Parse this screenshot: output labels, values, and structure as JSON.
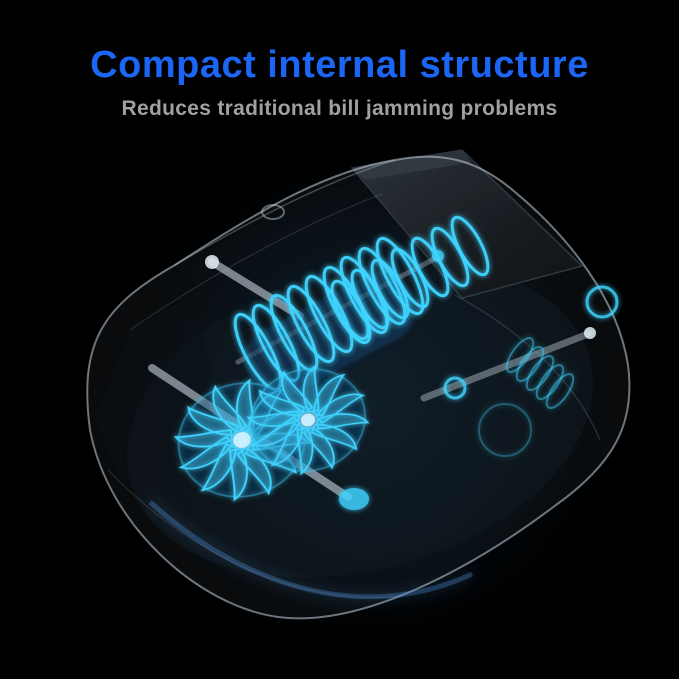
{
  "colors": {
    "bg": "#000000",
    "title": "#1b66f5",
    "subtitle": "#a0a0a0",
    "glow": "#3fd4ff",
    "glow-deep": "#0f6fd8",
    "shell": "#b9c6d2"
  },
  "header": {
    "title": "Compact internal structure",
    "subtitle": "Reduces traditional bill jamming problems"
  },
  "illustration": {
    "name": "bill-counter-internal-xray",
    "alt": "Transparent x-ray view of a bill counter machine showing glowing internal spiral rollers, impeller wheels and drive shafts"
  }
}
